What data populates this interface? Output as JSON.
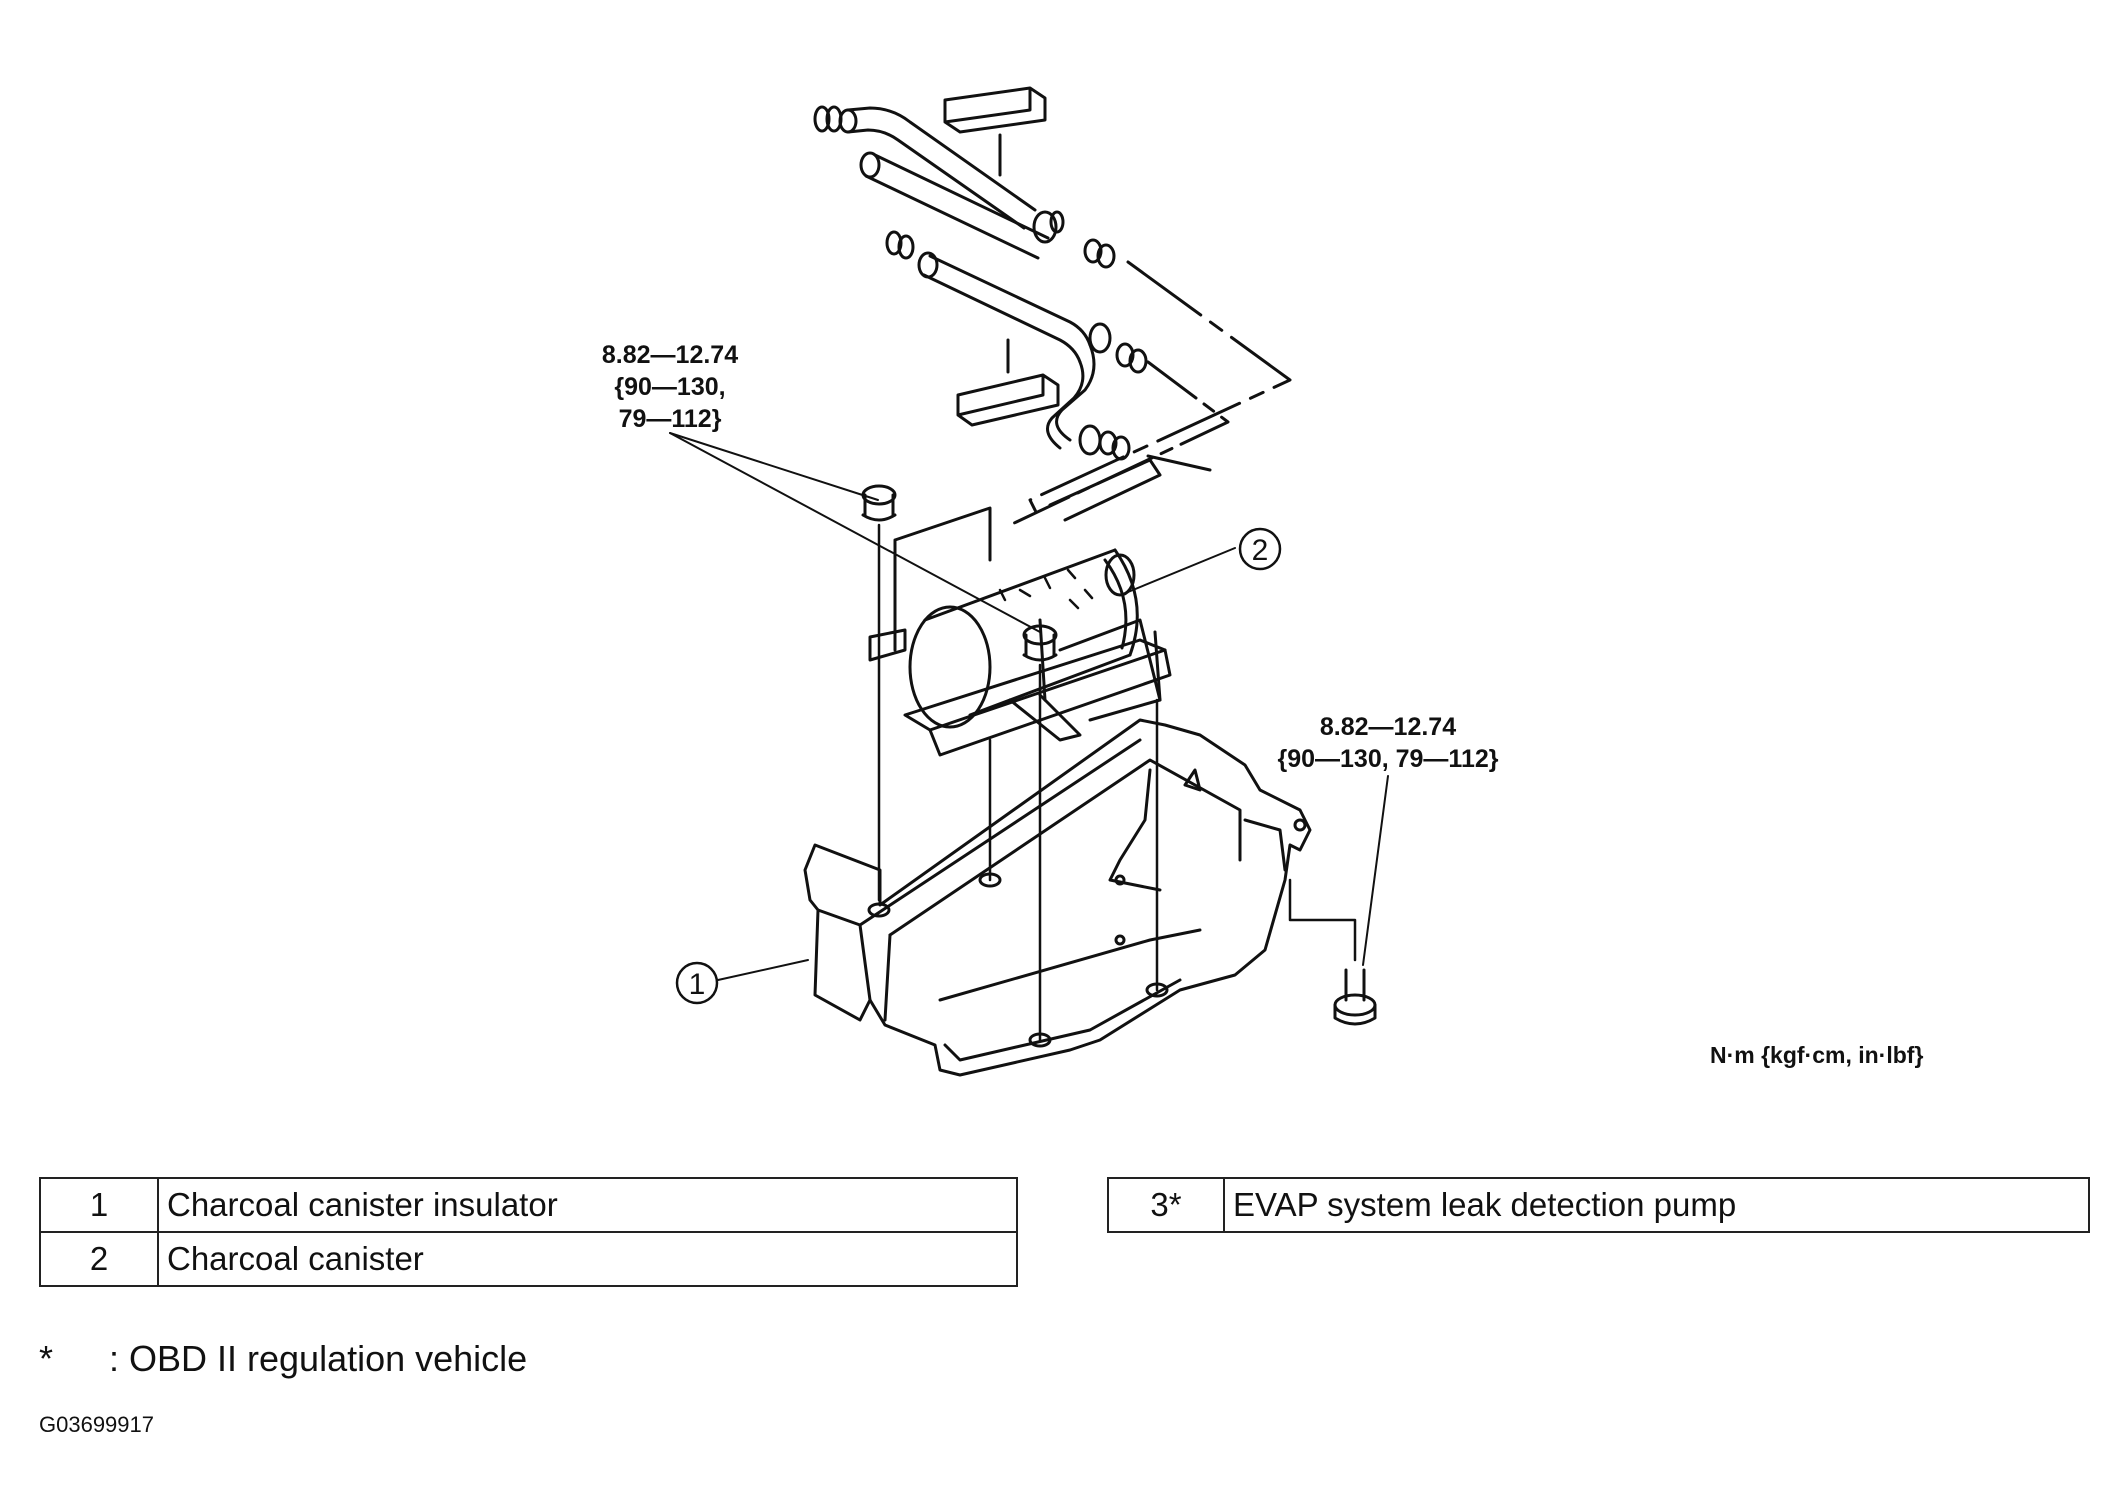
{
  "torque_labels": {
    "upper": {
      "line1": "8.82—12.74",
      "line2": "{90—130,",
      "line3": "79—112}"
    },
    "lower": {
      "line1": "8.82—12.74",
      "line2": "{90—130, 79—112}"
    }
  },
  "unit_note": "N·m {kgf·cm, in·lbf}",
  "callouts": [
    "1",
    "2"
  ],
  "parts": {
    "left": [
      {
        "num": "1",
        "name": "Charcoal canister insulator"
      },
      {
        "num": "2",
        "name": "Charcoal canister"
      }
    ],
    "right": [
      {
        "num": "3*",
        "name": "EVAP system leak detection pump"
      }
    ]
  },
  "footnote": {
    "symbol": "*",
    "text": ": OBD II regulation vehicle"
  },
  "figure_code": "G03699917"
}
